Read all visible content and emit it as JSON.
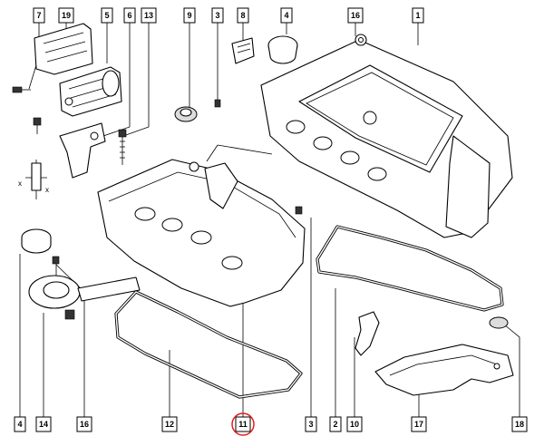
{
  "colors": {
    "line": "#000000",
    "highlight": "#e0201c",
    "background": "#ffffff"
  },
  "callouts": [
    {
      "id": "c7a",
      "label": "7"
    },
    {
      "id": "c19",
      "label": "19"
    },
    {
      "id": "c5",
      "label": "5"
    },
    {
      "id": "c6",
      "label": "6"
    },
    {
      "id": "c13",
      "label": "13"
    },
    {
      "id": "c9",
      "label": "9"
    },
    {
      "id": "c3a",
      "label": "3"
    },
    {
      "id": "c8",
      "label": "8"
    },
    {
      "id": "c4a",
      "label": "4"
    },
    {
      "id": "c16a",
      "label": "16"
    },
    {
      "id": "c1",
      "label": "1"
    },
    {
      "id": "c4b",
      "label": "4"
    },
    {
      "id": "c14",
      "label": "14"
    },
    {
      "id": "c16b",
      "label": "16"
    },
    {
      "id": "c12",
      "label": "12"
    },
    {
      "id": "c11",
      "label": "11",
      "highlight": true
    },
    {
      "id": "c3b",
      "label": "3"
    },
    {
      "id": "c2",
      "label": "2"
    },
    {
      "id": "c10",
      "label": "10"
    },
    {
      "id": "c17",
      "label": "17"
    },
    {
      "id": "c18",
      "label": "18"
    }
  ]
}
